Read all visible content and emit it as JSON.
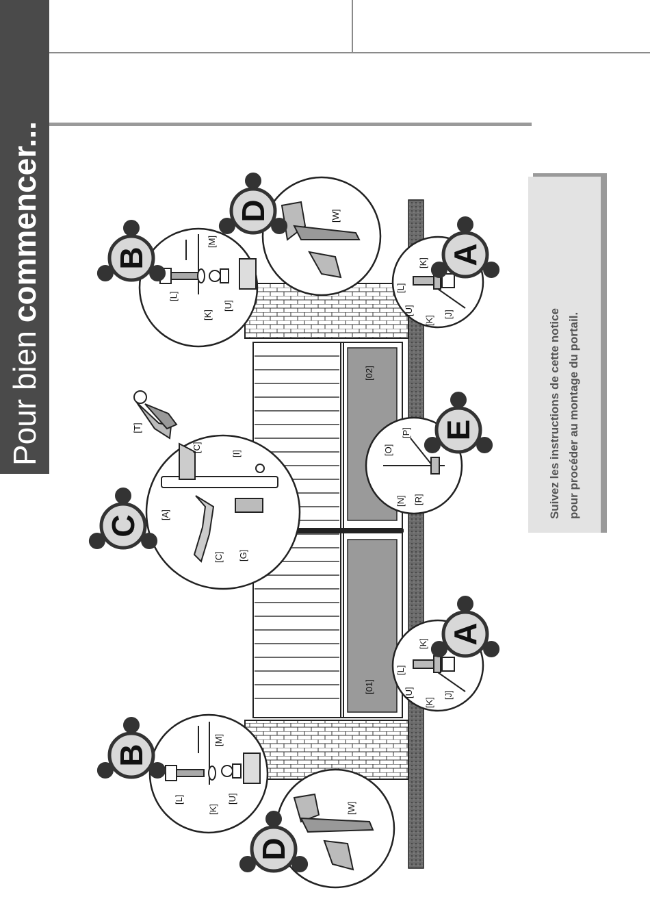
{
  "title": {
    "part1": "Pour bien",
    "part2": "commencer..."
  },
  "note": {
    "line1": "Suivez les instructions de cette notice",
    "line2": "pour procéder au montage du portail."
  },
  "steps": {
    "A": "A",
    "B": "B",
    "C": "C",
    "D": "D",
    "E": "E"
  },
  "labels": {
    "L": "[L]",
    "M": "[M]",
    "K": "[K]",
    "U": "[U]",
    "J": "[J]",
    "W": "[W]",
    "A": "[A]",
    "C": "[C]",
    "G": "[G]",
    "I": "[I]",
    "T": "[T]",
    "N": "[N]",
    "O": "[O]",
    "P": "[P]",
    "R": "[R]",
    "leaf1": "[01]",
    "leaf2": "[02]"
  },
  "colors": {
    "band": "#4a4a4a",
    "panel": "#9a9a9a",
    "note": "#e3e3e3",
    "note_text": "#555555"
  }
}
